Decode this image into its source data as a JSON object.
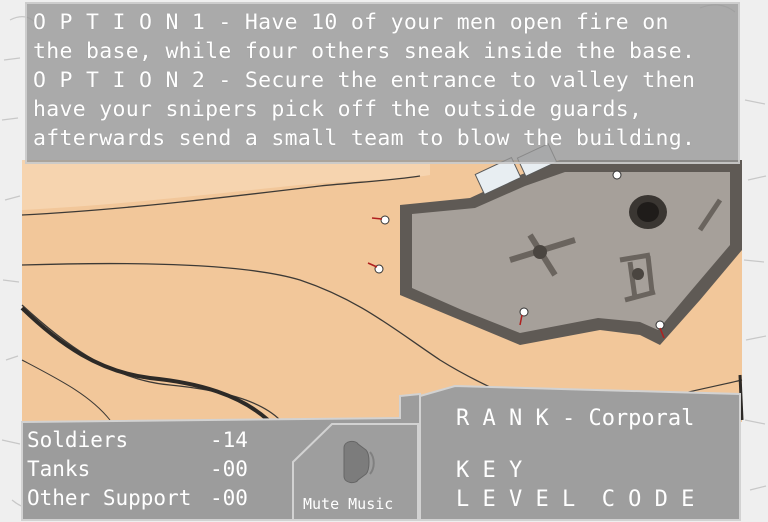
{
  "briefing": {
    "option1_line1": "O P T I O N 1 - Have 10 of your men open fire on",
    "option1_line2": "the base, while four others sneak inside the base.",
    "option2_line1": "O P T I O N 2 - Secure the entrance to valley then",
    "option2_line2": "have your snipers pick off the outside guards,",
    "option2_line3": "afterwards send a small team to blow the building."
  },
  "units": {
    "soldiers_label": "Soldiers",
    "soldiers_value": "-14",
    "tanks_label": "Tanks",
    "tanks_value": "-00",
    "other_label": "Other Support",
    "other_value": "-00"
  },
  "music": {
    "mute_label": "Mute Music"
  },
  "status": {
    "rank": "R A N K - Corporal",
    "key": "K E Y",
    "level_code": "L E V E L  C O D E"
  },
  "colors": {
    "sand": "#f2c79a",
    "base_wall": "#5f5a55",
    "base_floor": "#a6a09a",
    "panel_gray": "#9c9c9c",
    "text": "#ffffff"
  }
}
